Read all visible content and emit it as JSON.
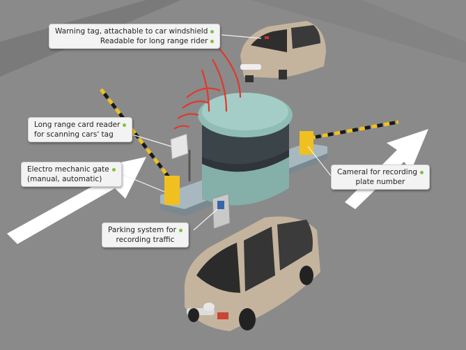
{
  "colors": {
    "callout_dot": "#7fc242",
    "signal": "#e0392b",
    "ground": "#9a9a9a",
    "road": "#7e7e7e",
    "arrow": "#ffffff",
    "car": "#c4b49e",
    "booth_glass": "#8fbcb6",
    "booth_dark": "#2f3538",
    "barrier_yellow": "#f0c020",
    "barrier_black": "#1a1a1a"
  },
  "callouts": {
    "warning_tag": {
      "line1": "Warning tag, attachable to car windshield",
      "line2": "Readable for long range rider"
    },
    "card_reader": {
      "line1": "Long range card reader",
      "line2": "for scanning cars' tag"
    },
    "gate": {
      "line1": "Electro mechanic gate",
      "line2": "(manual, automatic)"
    },
    "parking_system": {
      "line1": "Parking system for",
      "line2": "recording traffic"
    },
    "camera": {
      "line1": "Cameral for recording",
      "line2": "plate number"
    }
  }
}
